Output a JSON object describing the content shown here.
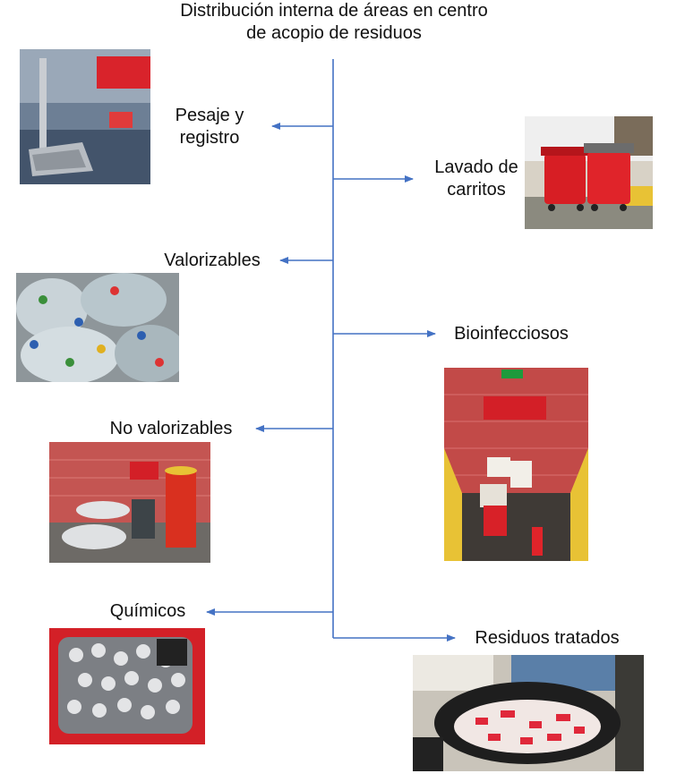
{
  "title": "Distribución interna de áreas en centro\nde acopio de residuos",
  "areas": {
    "pesaje": "Pesaje y\nregistro",
    "lavado": "Lavado de\ncarritos",
    "valorizables": "Valorizables",
    "bioinfecciosos": "Bioinfecciosos",
    "no_valorizables": "No valorizables",
    "quimicos": "Químicos",
    "tratados": "Residuos tratados"
  },
  "colors": {
    "line": "#4472c4"
  }
}
